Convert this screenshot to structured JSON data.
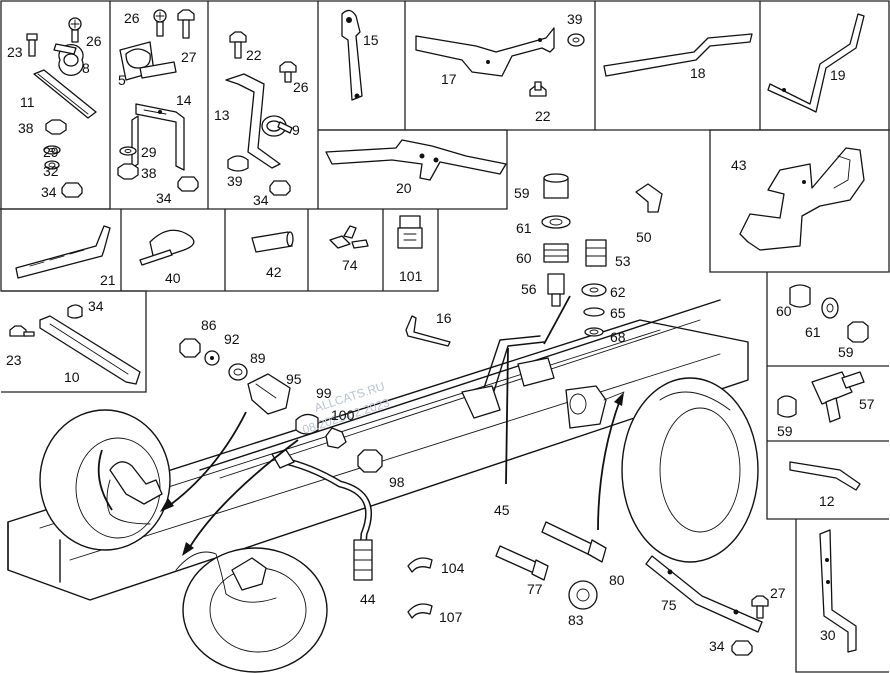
{
  "watermark": {
    "site": "ALLCATS.RU",
    "date": "08.2021-02.2023"
  },
  "labels": [
    {
      "id": "l23a",
      "text": "23"
    },
    {
      "id": "l26a",
      "text": "26"
    },
    {
      "id": "l8",
      "text": "8"
    },
    {
      "id": "l11",
      "text": "11"
    },
    {
      "id": "l38a",
      "text": "38"
    },
    {
      "id": "l29a",
      "text": "29"
    },
    {
      "id": "l32",
      "text": "32"
    },
    {
      "id": "l34a",
      "text": "34"
    },
    {
      "id": "l26b",
      "text": "26"
    },
    {
      "id": "l27a",
      "text": "27"
    },
    {
      "id": "l5",
      "text": "5"
    },
    {
      "id": "l14",
      "text": "14"
    },
    {
      "id": "l29b",
      "text": "29"
    },
    {
      "id": "l38b",
      "text": "38"
    },
    {
      "id": "l34b",
      "text": "34"
    },
    {
      "id": "l22a",
      "text": "22"
    },
    {
      "id": "l26c",
      "text": "26"
    },
    {
      "id": "l13",
      "text": "13"
    },
    {
      "id": "l9",
      "text": "9"
    },
    {
      "id": "l39a",
      "text": "39"
    },
    {
      "id": "l34c",
      "text": "34"
    },
    {
      "id": "l15",
      "text": "15"
    },
    {
      "id": "l39b",
      "text": "39"
    },
    {
      "id": "l17",
      "text": "17"
    },
    {
      "id": "l22b",
      "text": "22"
    },
    {
      "id": "l18",
      "text": "18"
    },
    {
      "id": "l19",
      "text": "19"
    },
    {
      "id": "l20",
      "text": "20"
    },
    {
      "id": "l43",
      "text": "43"
    },
    {
      "id": "l21",
      "text": "21"
    },
    {
      "id": "l40",
      "text": "40"
    },
    {
      "id": "l42",
      "text": "42"
    },
    {
      "id": "l74",
      "text": "74"
    },
    {
      "id": "l101",
      "text": "101"
    },
    {
      "id": "l59a",
      "text": "59"
    },
    {
      "id": "l61a",
      "text": "61"
    },
    {
      "id": "l60a",
      "text": "60"
    },
    {
      "id": "l56",
      "text": "56"
    },
    {
      "id": "l50",
      "text": "50"
    },
    {
      "id": "l53",
      "text": "53"
    },
    {
      "id": "l62",
      "text": "62"
    },
    {
      "id": "l65",
      "text": "65"
    },
    {
      "id": "l68",
      "text": "68"
    },
    {
      "id": "l16",
      "text": "16"
    },
    {
      "id": "l34d",
      "text": "34"
    },
    {
      "id": "l23b",
      "text": "23"
    },
    {
      "id": "l10",
      "text": "10"
    },
    {
      "id": "l86",
      "text": "86"
    },
    {
      "id": "l92",
      "text": "92"
    },
    {
      "id": "l89",
      "text": "89"
    },
    {
      "id": "l95",
      "text": "95"
    },
    {
      "id": "l99",
      "text": "99"
    },
    {
      "id": "l100",
      "text": "100"
    },
    {
      "id": "l98",
      "text": "98"
    },
    {
      "id": "l60b",
      "text": "60"
    },
    {
      "id": "l61b",
      "text": "61"
    },
    {
      "id": "l59b",
      "text": "59"
    },
    {
      "id": "l57",
      "text": "57"
    },
    {
      "id": "l59c",
      "text": "59"
    },
    {
      "id": "l12",
      "text": "12"
    },
    {
      "id": "l45",
      "text": "45"
    },
    {
      "id": "l44",
      "text": "44"
    },
    {
      "id": "l104",
      "text": "104"
    },
    {
      "id": "l107",
      "text": "107"
    },
    {
      "id": "l77",
      "text": "77"
    },
    {
      "id": "l83",
      "text": "83"
    },
    {
      "id": "l80",
      "text": "80"
    },
    {
      "id": "l75",
      "text": "75"
    },
    {
      "id": "l27b",
      "text": "27"
    },
    {
      "id": "l34e",
      "text": "34"
    },
    {
      "id": "l30",
      "text": "30"
    }
  ]
}
